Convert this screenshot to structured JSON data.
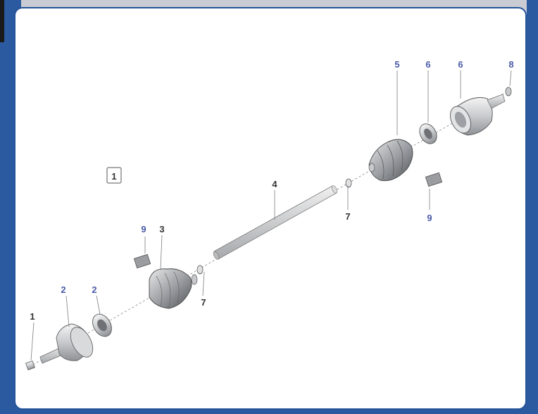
{
  "figure_label": "1",
  "callouts": {
    "c1": "1",
    "c2a": "2",
    "c2b": "2",
    "c3": "3",
    "c4": "4",
    "c5": "5",
    "c6a": "6",
    "c6b": "6",
    "c7a": "7",
    "c7b": "7",
    "c8": "8",
    "c9a": "9",
    "c9b": "9"
  },
  "colors": {
    "frame_blue": "#2c5aa0",
    "callout_blue": "#4a5aa8",
    "callout_dark": "#333333",
    "part_gray": "#8d9196"
  }
}
